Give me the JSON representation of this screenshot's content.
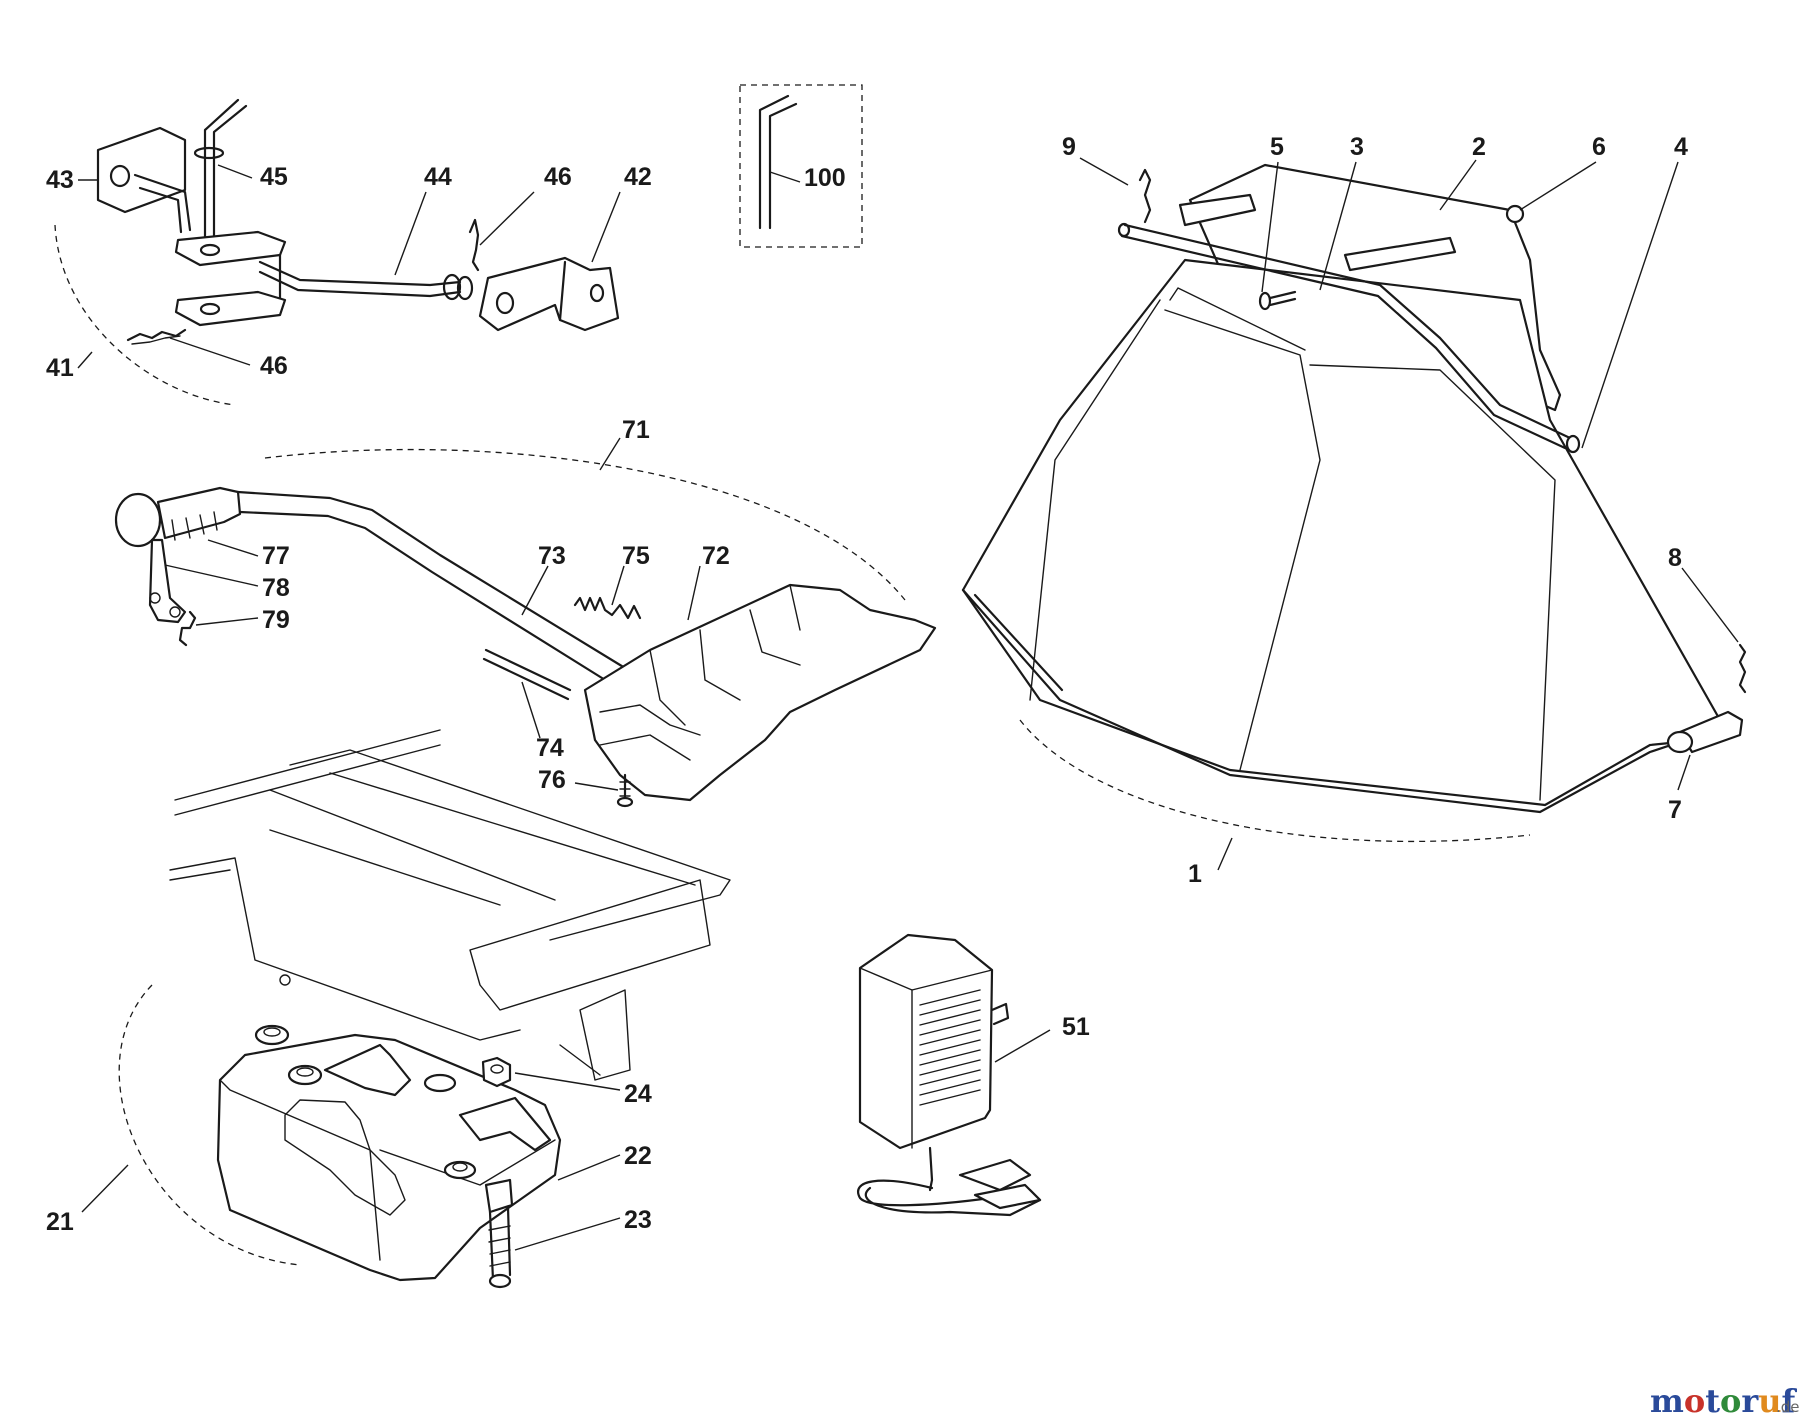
{
  "labels": {
    "l43": "43",
    "l45": "45",
    "l44": "44",
    "l46a": "46",
    "l42": "42",
    "l41": "41",
    "l46b": "46",
    "l100": "100",
    "l9": "9",
    "l5": "5",
    "l3": "3",
    "l2": "2",
    "l6": "6",
    "l4": "4",
    "l8": "8",
    "l7": "7",
    "l1": "1",
    "l71": "71",
    "l77": "77",
    "l78": "78",
    "l79": "79",
    "l73": "73",
    "l75": "75",
    "l72": "72",
    "l74": "74",
    "l76": "76",
    "l51": "51",
    "l24": "24",
    "l22": "22",
    "l23": "23",
    "l21": "21"
  },
  "watermark": {
    "brand_m": "m",
    "brand_o1": "o",
    "brand_t": "t",
    "brand_o2": "o",
    "brand_r": "r",
    "brand_u": "u",
    "brand_f": "f",
    "brand_tld": ".de"
  },
  "colors": {
    "ink": "#1a1a1a",
    "wm_blue": "#2a4a9a",
    "wm_red": "#c8322a",
    "wm_green": "#2f8a3a",
    "wm_orange": "#e08a1e"
  }
}
